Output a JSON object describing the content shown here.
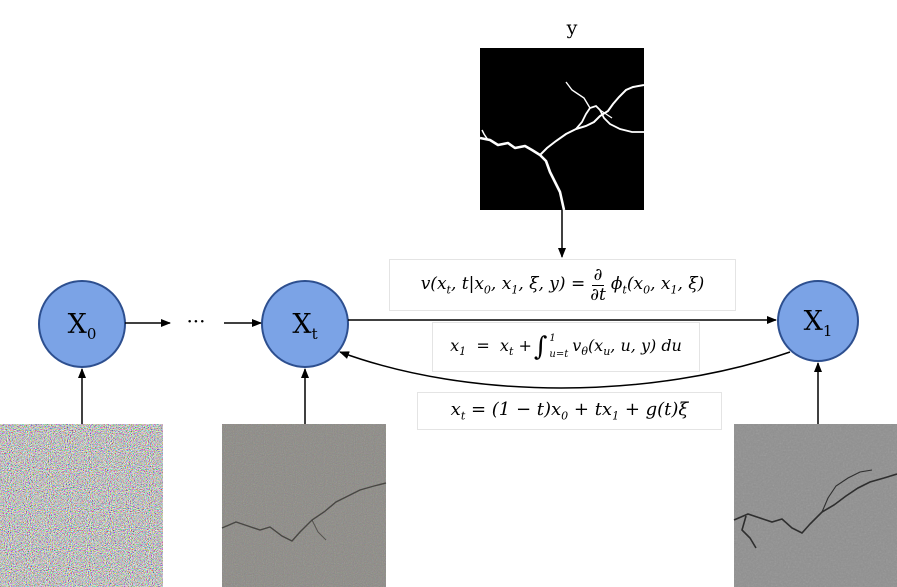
{
  "condition": {
    "label": "y"
  },
  "nodes": {
    "x0": {
      "letter": "X",
      "sub": "0"
    },
    "xt": {
      "letter": "X",
      "sub": "t"
    },
    "x1": {
      "letter": "X",
      "sub": "1"
    }
  },
  "ellipsis": "···",
  "colors": {
    "node_fill": "#7ba3e6",
    "node_stroke": "#2d4f8f",
    "mask_bg": "#000000",
    "asphalt_clean": "#8e8e8e",
    "asphalt_noisy": "#8a8883"
  },
  "equations": {
    "velocity": "v(x_t, t | x_0, x_1, ξ, y) = ∂/∂t φ_t(x_0, x_1, ξ)",
    "integral": "x_1 = x_t + ∫_{u=t}^{1} v_θ(x_u, u, y) du",
    "interpolation": "x_t = (1 − t)x_0 + t x_1 + g(t)ξ"
  },
  "images": {
    "mask": "crack-mask",
    "noise": "noise-image",
    "noisy": "noisy-asphalt",
    "clean": "clean-asphalt"
  }
}
